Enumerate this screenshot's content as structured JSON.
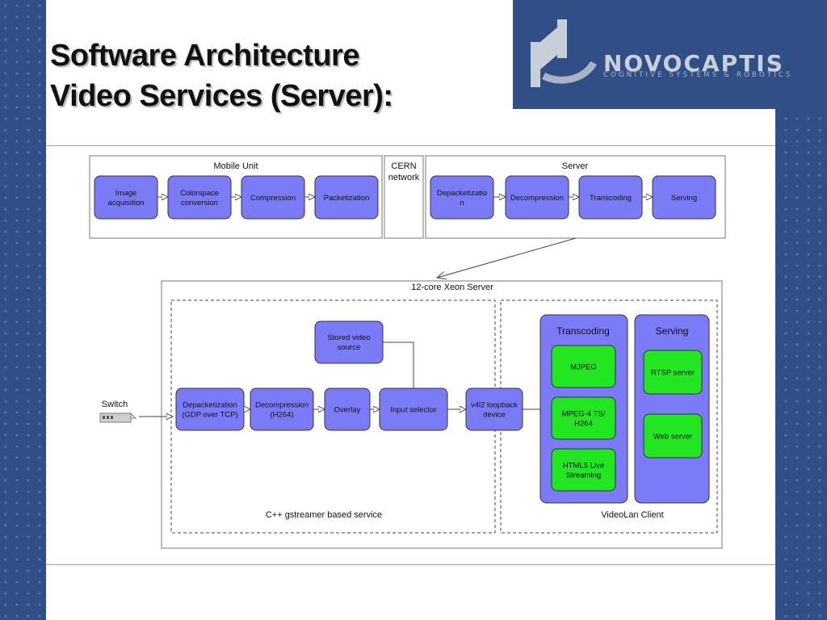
{
  "slide": {
    "title_line1": "Software Architecture",
    "title_line2": "Video Services (Server):"
  },
  "logo": {
    "wordmark": "NOVOCAPTIS",
    "tagline": "COGNITIVE SYSTEMS & ROBOTICS"
  },
  "colors": {
    "background": "#2f4f86",
    "process_box": "#7b7bf7",
    "group_box": "#7b7bf7",
    "output_box": "#22e622"
  },
  "diagram": {
    "top": {
      "mobile_unit_label": "Mobile Unit",
      "cern_label_1": "CERN",
      "cern_label_2": "network",
      "server_label": "Server",
      "mobile_steps": [
        [
          "Image",
          "acquisition"
        ],
        [
          "Colorspace",
          "conversion"
        ],
        [
          "Compression"
        ],
        [
          "Packetization"
        ]
      ],
      "server_steps": [
        [
          "Depacketizatio",
          "n"
        ],
        [
          "Decompression"
        ],
        [
          "Transcoding"
        ],
        [
          "Serving"
        ]
      ]
    },
    "bottom": {
      "xeon_label": "12-core Xeon Server",
      "gstreamer_label": "C++ gstreamer based service",
      "vlc_label": "VideoLan Client",
      "switch_label": "Switch",
      "pipeline": [
        [
          "Depacketization",
          "(GDP over TCP)"
        ],
        [
          "Decompression",
          "(H264)"
        ],
        [
          "Overlay"
        ],
        [
          "Input selector"
        ],
        [
          "v4l2 loopback",
          "device"
        ]
      ],
      "stored_video": [
        "Stored video",
        "source"
      ],
      "transcoding_title": "Transcoding",
      "transcoding_items": [
        [
          "MJPEG"
        ],
        [
          "MPEG-4 TS/",
          "H264"
        ],
        [
          "HTML5 Live",
          "Streaming"
        ]
      ],
      "serving_title": "Serving",
      "serving_items": [
        [
          "RTSP server"
        ],
        [
          "Web server"
        ]
      ]
    }
  }
}
